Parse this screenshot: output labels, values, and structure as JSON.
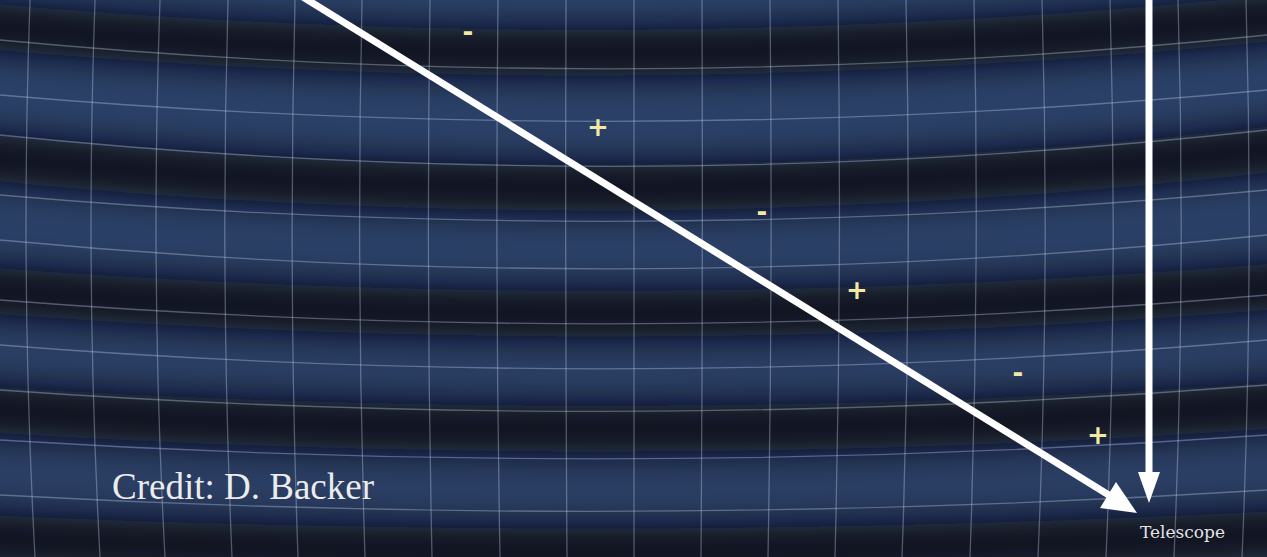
{
  "diagram": {
    "labels": [
      "-",
      "+",
      "-",
      "+",
      "-",
      "+",
      "Credit: D. Backer",
      "Telescope"
    ]
  }
}
